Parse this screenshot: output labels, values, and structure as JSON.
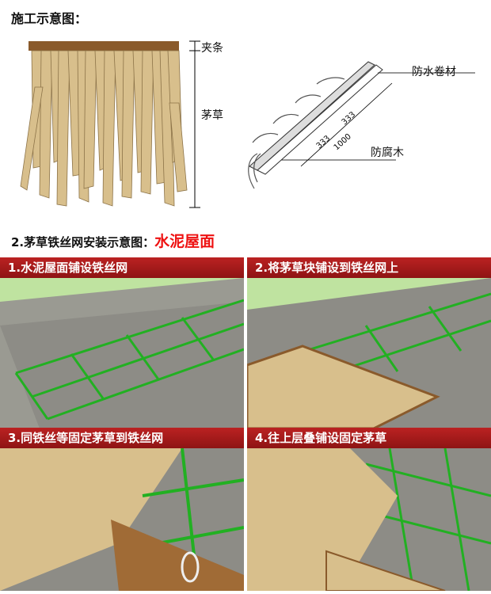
{
  "section1": {
    "title": "施工示意图：",
    "labels": {
      "strip": "夹条",
      "thatch": "茅草"
    },
    "roof_labels": {
      "membrane": "防水卷材",
      "wood": "防腐木",
      "dim_a": "333",
      "dim_b": "333",
      "dim_total": "1000"
    }
  },
  "section2": {
    "title": "2.茅草铁丝网安装示意图：",
    "title_highlight": "水泥屋面"
  },
  "steps": [
    {
      "label": "1.水泥屋面铺设铁丝网"
    },
    {
      "label": "2.将茅草块铺设到铁丝网上"
    },
    {
      "label": "3.同铁丝等固定茅草到铁丝网"
    },
    {
      "label": "4.往上层叠铺设固定茅草"
    }
  ],
  "colors": {
    "bar": "#a51a1a",
    "mesh": "#2db52d",
    "thatch": "#d8bf8c",
    "highlight": "#e11111"
  }
}
